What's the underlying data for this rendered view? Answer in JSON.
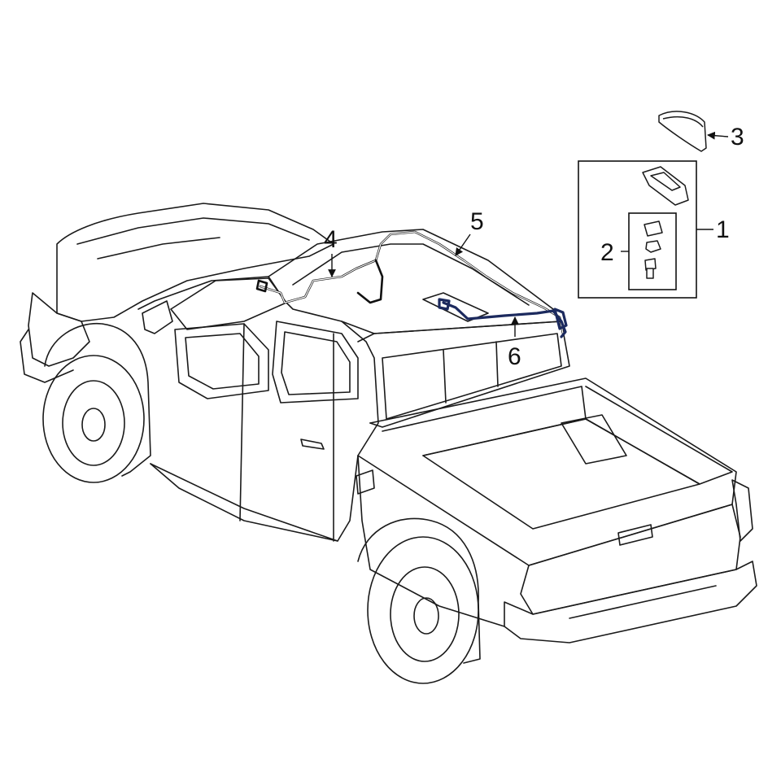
{
  "callouts": [
    {
      "id": "c1",
      "number": "1"
    },
    {
      "id": "c2",
      "number": "2"
    },
    {
      "id": "c3",
      "number": "3"
    },
    {
      "id": "c4",
      "number": "4"
    },
    {
      "id": "c5",
      "number": "5"
    },
    {
      "id": "c6",
      "number": "6"
    }
  ],
  "colors": {
    "line_art": "#1a1a1a",
    "highlighted_harness": "#1c2a5e",
    "background": "#ffffff"
  },
  "icons": {
    "vehicle": "pickup-truck-outline",
    "antenna": "shark-fin-antenna-icon",
    "bracket": "antenna-base-icon",
    "clip": "clip-icon",
    "bolt": "bolt-icon"
  }
}
